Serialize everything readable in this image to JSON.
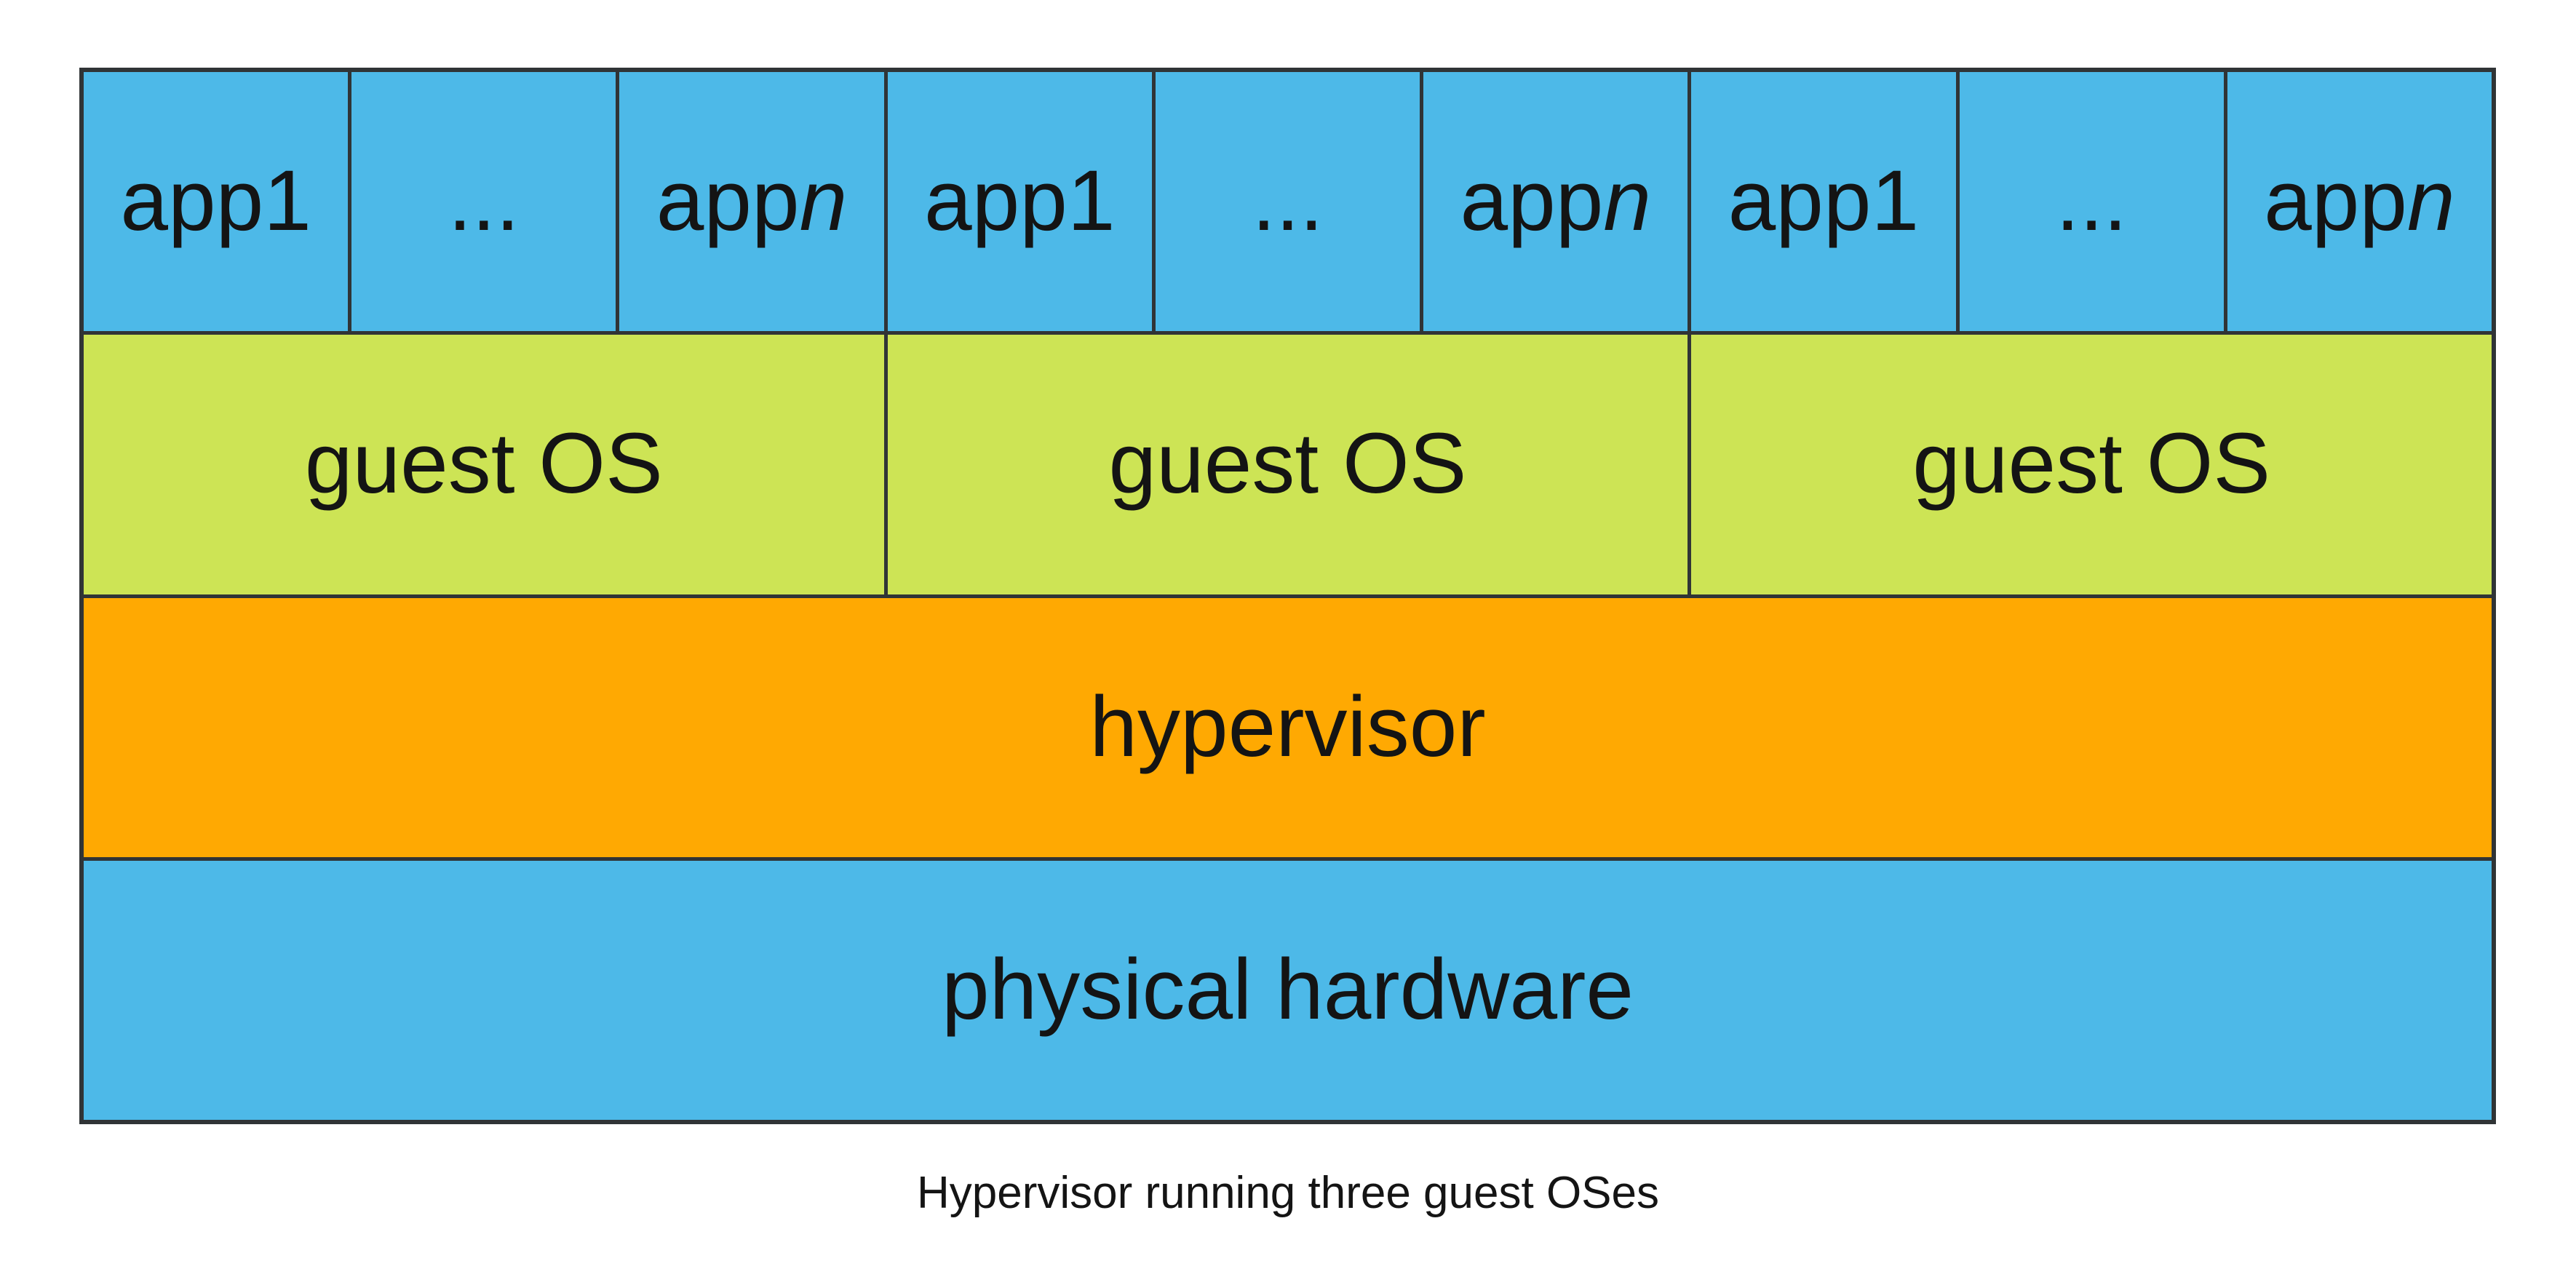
{
  "figure": {
    "kind": "stacked-layers-diagram",
    "subject": "Type-1 hypervisor architecture"
  },
  "colors": {
    "app_cell_blue": "#4db9e8",
    "guest_os_green": "#cde455",
    "hypervisor_orange": "#ffa902",
    "hardware_blue": "#4db9e8",
    "grid_border": "#303436",
    "text": "#141414",
    "background": "#ffffff"
  },
  "apps": {
    "cells": [
      {
        "base": "app1",
        "italic": ""
      },
      {
        "base": "...",
        "italic": ""
      },
      {
        "base": "app",
        "italic": "n"
      },
      {
        "base": "app1",
        "italic": ""
      },
      {
        "base": "...",
        "italic": ""
      },
      {
        "base": "app",
        "italic": "n"
      },
      {
        "base": "app1",
        "italic": ""
      },
      {
        "base": "...",
        "italic": ""
      },
      {
        "base": "app",
        "italic": "n"
      }
    ]
  },
  "guest_row": {
    "cells": [
      {
        "label": "guest OS"
      },
      {
        "label": "guest OS"
      },
      {
        "label": "guest OS"
      }
    ]
  },
  "hypervisor": {
    "label": "hypervisor"
  },
  "hardware": {
    "label": "physical hardware"
  },
  "caption": {
    "text": "Hypervisor running three guest OSes"
  }
}
